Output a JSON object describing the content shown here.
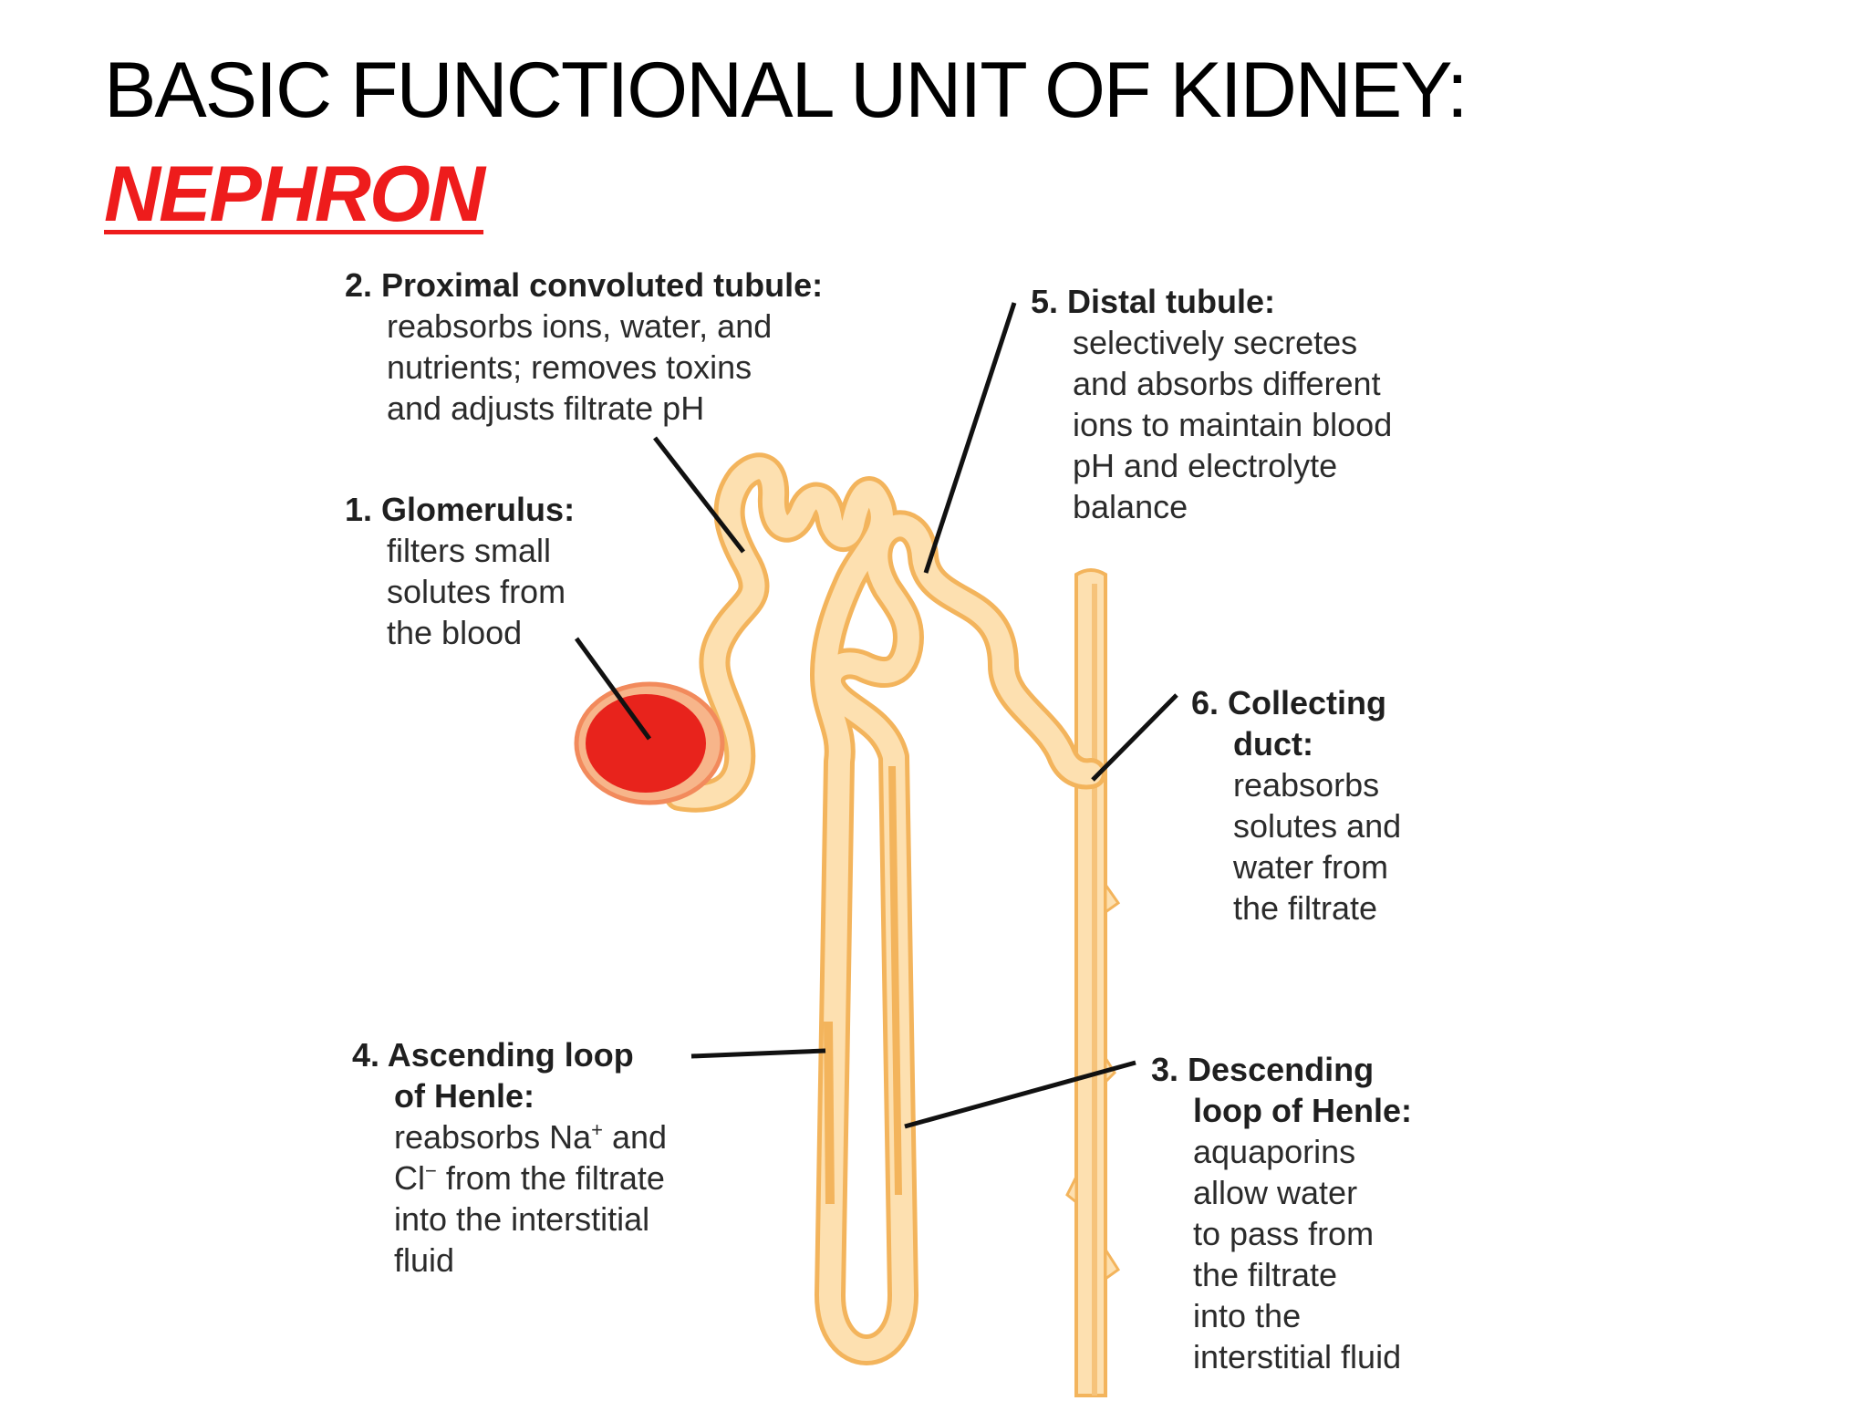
{
  "title": {
    "line1": "BASIC FUNCTIONAL UNIT OF KIDNEY:",
    "line2": "NEPHRON"
  },
  "labels": {
    "proximal": {
      "heading": "2. Proximal convoluted tubule:",
      "lines": [
        "reabsorbs ions, water, and",
        "nutrients; removes toxins",
        "and adjusts filtrate pH"
      ]
    },
    "glomerulus": {
      "heading": "1. Glomerulus:",
      "lines": [
        "filters small",
        "solutes from",
        "the blood"
      ]
    },
    "distal": {
      "heading": "5. Distal tubule:",
      "lines": [
        "selectively secretes",
        "and absorbs different",
        "ions to maintain blood",
        "pH and electrolyte",
        "balance"
      ]
    },
    "collecting": {
      "heading": "6. Collecting",
      "heading2": "duct:",
      "lines": [
        "reabsorbs",
        "solutes and",
        "water from",
        "the filtrate"
      ]
    },
    "ascending": {
      "heading": "4. Ascending loop",
      "heading2": "of Henle:",
      "na_prefix": "reabsorbs Na",
      "na_sup": "+",
      "na_suffix": " and",
      "cl_prefix": "Cl",
      "cl_sup": "−",
      "cl_suffix": " from the filtrate",
      "lines": [
        "into the interstitial",
        "fluid"
      ]
    },
    "descending": {
      "heading": "3. Descending",
      "heading2": "loop of Henle:",
      "lines": [
        "aquaporins",
        "allow water",
        "to pass from",
        "the filtrate",
        "into the",
        "interstitial fluid"
      ]
    }
  },
  "colors": {
    "tubule_fill": "#fde0b0",
    "tubule_edge": "#f3b45c",
    "blood": "#e8231c",
    "capsule": "#f28a5c",
    "title_accent": "#ee1c1c"
  }
}
